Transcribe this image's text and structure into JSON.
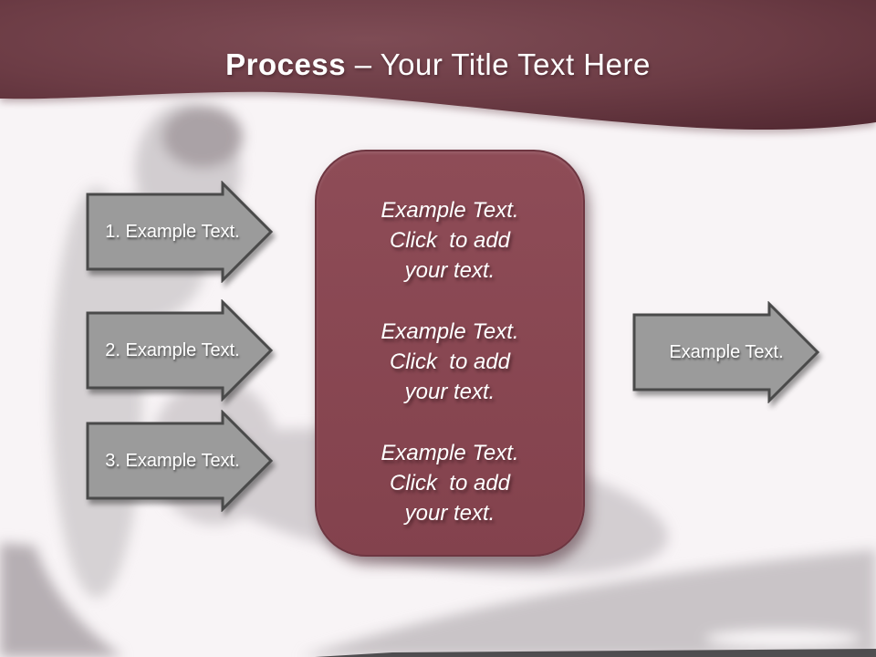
{
  "slide": {
    "header": {
      "title_bold": "Process",
      "title_rest": "– Your Title Text Here"
    },
    "steps": [
      {
        "label": "1. Example Text."
      },
      {
        "label": "2. Example Text."
      },
      {
        "label": "3. Example Text."
      }
    ],
    "content_box": {
      "paragraphs": [
        {
          "line1": "Example Text.",
          "line2": "Click  to add",
          "line3": "your text."
        },
        {
          "line1": "Example Text.",
          "line2": "Click  to add",
          "line3": "your text."
        },
        {
          "line1": "Example Text.",
          "line2": "Click  to add",
          "line3": "your text."
        }
      ]
    },
    "result_arrow": {
      "label": "Example Text."
    },
    "background_image": "faded-yoga-lunge-pose-photo",
    "colors": {
      "header_center": "#7e4c55",
      "header_edge": "#542a33",
      "content_box": "#88454f",
      "arrow_fill": "#9b9b9b",
      "arrow_border": "#4a4a4a",
      "slide_background": "#f8f4f6"
    }
  }
}
